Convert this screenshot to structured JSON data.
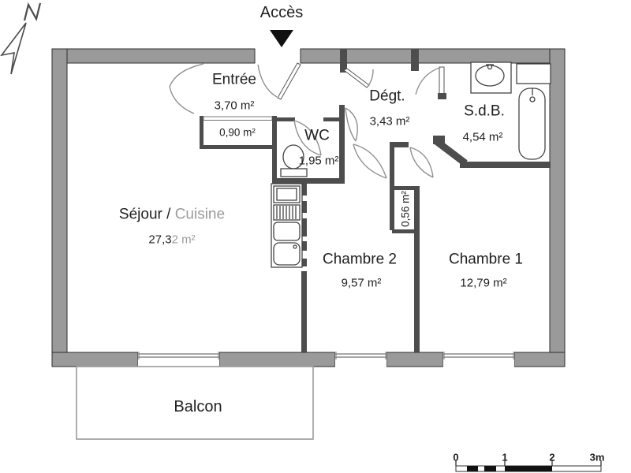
{
  "header": {
    "access_label": "Accès",
    "north_letter": "N"
  },
  "rooms": {
    "entree": {
      "name": "Entrée",
      "area": "3,70 m²"
    },
    "entree_closet": {
      "area": "0,90 m²"
    },
    "wc": {
      "name": "WC",
      "area": "1,95 m²"
    },
    "degagement": {
      "name": "Dégt.",
      "area": "3,43 m²"
    },
    "sdb": {
      "name": "S.d.B.",
      "area": "4,54 m²"
    },
    "sejour": {
      "name_dark": "Séjour / ",
      "name_light": "Cuisine",
      "area_dark": "27,3",
      "area_light": "2 m²"
    },
    "chambre2": {
      "name": "Chambre 2",
      "area": "9,57 m²"
    },
    "chambre1": {
      "name": "Chambre 1",
      "area": "12,79 m²"
    },
    "chambre_closet": {
      "area": "0,56 m²"
    },
    "balcon": {
      "name": "Balcon"
    }
  },
  "scale_bar": {
    "tick_labels": [
      "0",
      "1",
      "2",
      "3m"
    ]
  },
  "colors": {
    "wall_outer": "#9a9a9a",
    "wall_inner": "#4d4d4d",
    "outline": "#2e2e2e",
    "door_arc": "#909090",
    "text": "#1f1f1f",
    "text_light": "#9b9b9b"
  }
}
